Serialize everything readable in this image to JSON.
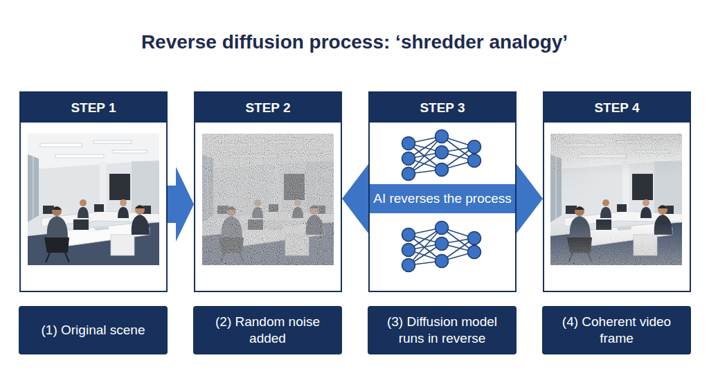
{
  "diagram": {
    "title": "Reverse diffusion process: ‘shredder analogy’",
    "nodes": [
      {
        "text": [
          "STEP 1"
        ]
      },
      {
        "text": [
          "STEP 2"
        ]
      },
      {
        "text": [
          "STEP 3"
        ]
      },
      {
        "text": [
          "STEP 4"
        ]
      },
      {
        "text": [
          "(1) Original scene"
        ]
      },
      {
        "text": [
          "(2) Random noise added"
        ]
      },
      {
        "text": [
          "(3) Diffusion model runs in reverse"
        ]
      },
      {
        "text": [
          "(4) Coherent video frame"
        ]
      }
    ],
    "edges": [
      {
        "from": 0,
        "to": 1,
        "arrow": "to"
      },
      {
        "from": 1,
        "to": 3,
        "arrow": "both",
        "label": "AI reverses the process"
      }
    ]
  }
}
